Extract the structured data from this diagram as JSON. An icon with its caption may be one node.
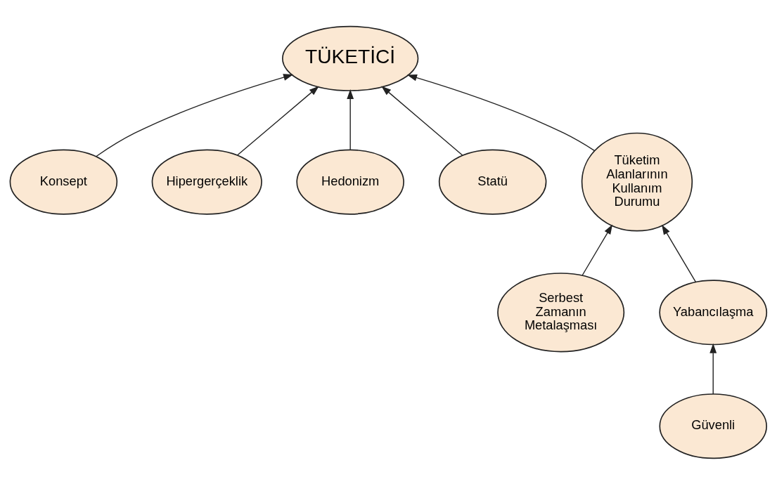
{
  "diagram": {
    "nodes": [
      {
        "text": [
          "TÜKETİCİ"
        ]
      },
      {
        "text": [
          "Konsept"
        ]
      },
      {
        "text": [
          "Hipergerçeklik"
        ]
      },
      {
        "text": [
          "Hedonizm"
        ]
      },
      {
        "text": [
          "Statü"
        ]
      },
      {
        "text": [
          "Tüketim Alanlarının Kullanım Durumu"
        ]
      },
      {
        "text": [
          "Serbest Zamanın Metalaşması"
        ]
      },
      {
        "text": [
          "Yabancılaşma"
        ]
      },
      {
        "text": [
          "Güvenli"
        ]
      }
    ],
    "edges": [
      {
        "from": 1,
        "to": 0,
        "arrow": "to"
      },
      {
        "from": 2,
        "to": 0,
        "arrow": "to"
      },
      {
        "from": 3,
        "to": 0,
        "arrow": "to"
      },
      {
        "from": 4,
        "to": 0,
        "arrow": "to"
      },
      {
        "from": 5,
        "to": 0,
        "arrow": "to"
      },
      {
        "from": 6,
        "to": 5,
        "arrow": "to"
      },
      {
        "from": 7,
        "to": 5,
        "arrow": "to"
      },
      {
        "from": 8,
        "to": 7,
        "arrow": "to"
      }
    ]
  }
}
